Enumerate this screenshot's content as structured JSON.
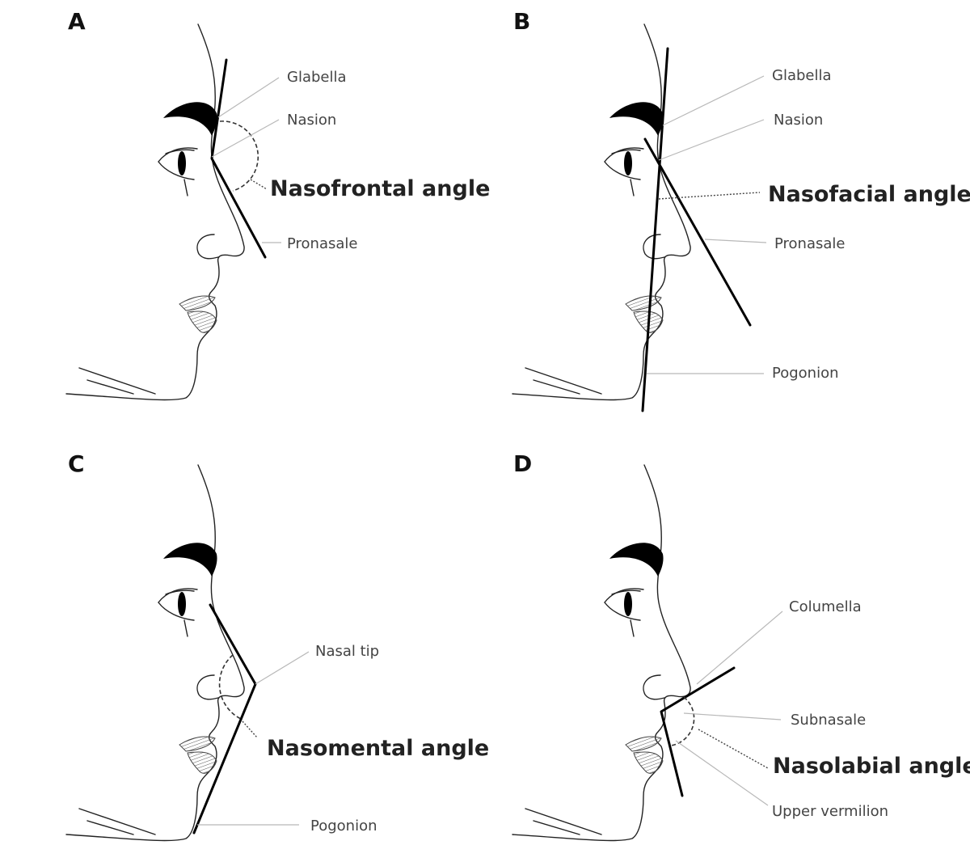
{
  "panels": {
    "A": {
      "letter": "A",
      "labels": {
        "glabella": "Glabella",
        "nasion": "Nasion",
        "pronasale": "Pronasale"
      },
      "angle": "Nasofrontal angle"
    },
    "B": {
      "letter": "B",
      "labels": {
        "glabella": "Glabella",
        "nasion": "Nasion",
        "pronasale": "Pronasale",
        "pogonion": "Pogonion"
      },
      "angle": "Nasofacial angle"
    },
    "C": {
      "letter": "C",
      "labels": {
        "nasal_tip": "Nasal tip",
        "pogonion": "Pogonion"
      },
      "angle": "Nasomental angle"
    },
    "D": {
      "letter": "D",
      "labels": {
        "columella": "Columella",
        "subnasale": "Subnasale",
        "upper_vermilion": "Upper vermilion"
      },
      "angle": "Nasolabial angle"
    }
  }
}
